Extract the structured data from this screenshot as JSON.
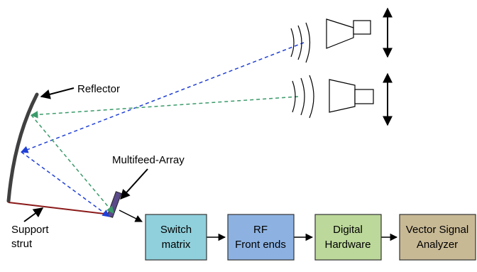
{
  "labels": {
    "reflector": "Reflector",
    "multifeed_array": "Multifeed-Array",
    "support_strut_line1": "Support",
    "support_strut_line2": "strut"
  },
  "blocks": {
    "switch_matrix": {
      "line1": "Switch",
      "line2": "matrix"
    },
    "rf_front_ends": {
      "line1": "RF",
      "line2": "Front ends"
    },
    "digital_hardware": {
      "line1": "Digital",
      "line2": "Hardware"
    },
    "vector_signal_analyzer": {
      "line1": "Vector Signal",
      "line2": "Analyzer"
    }
  },
  "colors": {
    "reflector": "#404040",
    "support_strut": "#8b1a1a",
    "feed_array": "#5b4a8a",
    "beam_blue": "#1f3fd6",
    "beam_green": "#3a9a6a",
    "switch_matrix_fill": "#8fd0dc",
    "rf_front_ends_fill": "#8db2e2",
    "digital_hardware_fill": "#bcd89a",
    "vector_signal_analyzer_fill": "#c8b995"
  },
  "icons": {
    "horn_top": "horn-antenna-icon",
    "horn_bottom": "horn-antenna-icon",
    "move_arrow_top": "vertical-double-arrow-icon",
    "move_arrow_bottom": "vertical-double-arrow-icon"
  }
}
